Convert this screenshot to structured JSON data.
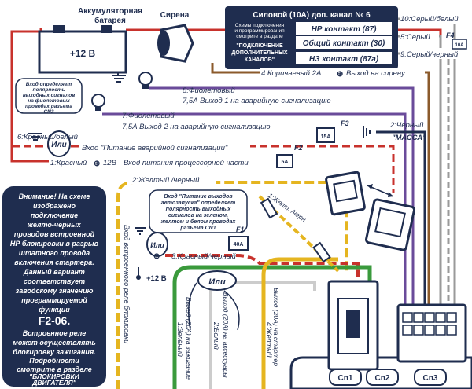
{
  "battery": {
    "label_line1": "Аккумуляторная",
    "label_line2": "батарея",
    "voltage": "+12 В"
  },
  "siren": {
    "label": "Сирена"
  },
  "power_channel": {
    "title": "Силовой (10А) доп. канал № 6",
    "note_line1": "Схемы подключения",
    "note_line2": "и программирования",
    "note_line3": "смотрите в разделе",
    "note_section_line1": "\"ПОДКЛЮЧЕНИЕ",
    "note_section_line2": "ДОПОЛНИТЕЛЬНЫХ",
    "note_section_line3": "КАНАЛОВ\"",
    "contact_no": "НР контакт (87)",
    "contact_common": "Общий контакт (30)",
    "contact_nc": "НЗ контакт (87а)",
    "fuse_label": "F4",
    "fuse_value": "10A"
  },
  "wires": {
    "w10": "10:Серый/белый",
    "w5": "5:Серый",
    "w9": "9:Серый/черный",
    "w4": "4:Коричневый 2А",
    "w4_out": "Выход на сирену",
    "w8": "8:Фиолетовый",
    "w8_desc": "7,5А Выход 1 на аварийную сигнализацию",
    "w7": "7:Фиолетовый",
    "w7_desc": "7,5А Выход 2 на аварийную сигнализацию",
    "w6": "6:Красный/белый",
    "w6_desc": "Вход \"Питание аварийной сигнализации\"",
    "w2": "2:Черный",
    "w2_desc": "\"МАССА\"",
    "w1": "1:Красный",
    "w1_volt": "12В",
    "w1_desc": "Вход питания процессорной части",
    "w2y": "2:Желтый /черный",
    "w3": "3:Красный/черный",
    "w1y": "1:Желт. /черн.",
    "w13": "1:3елёный",
    "w12": "2:Белый",
    "w14": "4:Желтый",
    "w13_desc": "Выход (20А) на зажигание",
    "w12_desc": "Выход (20А) на аксессуары",
    "w14_desc": "Выход (20А) на стартер",
    "block_in": "Вход встроенного реле блокировки"
  },
  "fuses": {
    "f3": "F3",
    "f3_val": "15A",
    "f2": "F2",
    "f2_val": "5A",
    "f1": "F1",
    "f1_val": "40A"
  },
  "note_polarity": {
    "l1": "Вход определяет",
    "l2": "полярность",
    "l3": "выходных сигналов",
    "l4": "на фиолетовых",
    "l5": "проводах разъема",
    "l6": "CN3"
  },
  "note_autostart": {
    "l1": "Вход \"Питание выходов",
    "l2": "автозапуска\" определяет",
    "l3": "полярность выходных",
    "l4": "сигналов на зеленом,",
    "l5": "желтом и белом проводах",
    "l6": "разъема CN1"
  },
  "ili": "Или",
  "plus12": "+12 В",
  "warning": {
    "l1": "Внимание! На схеме",
    "l2": "изображено",
    "l3": "подключение",
    "l4": "желто-черных",
    "l5": "проводов встроенной",
    "l6": "НР блокировки в разрыв",
    "l7": "штатного провода",
    "l8": "включения стартера.",
    "l9": "Данный вариант",
    "l10": "соответствует",
    "l11": "заводскому значению",
    "l12": "программируемой",
    "l13": "функции",
    "l14": "F2-06.",
    "l15": "Встроенное реле",
    "l16": "может осуществлять",
    "l17": "блокировку зажигания.",
    "l18": "Подробности",
    "l19": "смотрите в разделе",
    "l20": "\"БЛОКИРОВКИ",
    "l21": "ДВИГАТЕЛЯ\""
  },
  "connectors": {
    "cn1": "Cn1",
    "cn2": "Cn2",
    "cn3": "Cn3"
  },
  "colors": {
    "navy": "#1f2d4f",
    "red": "#c8322c",
    "yellow": "#e5b520",
    "green": "#3a9a3c",
    "purple": "#6a4b9a",
    "brown": "#8b5a2b",
    "gray": "#9a9a9a"
  }
}
